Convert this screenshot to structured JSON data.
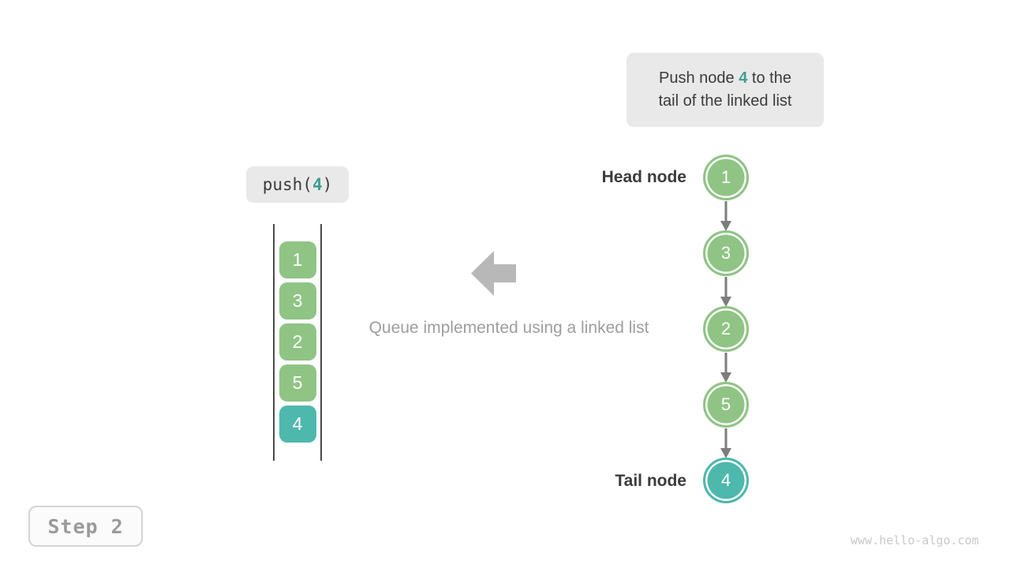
{
  "callout": {
    "line1_prefix": "Push node ",
    "highlight": "4",
    "line1_suffix": " to the",
    "line2": "tail of the linked list"
  },
  "push_chip": {
    "prefix": "push(",
    "arg": "4",
    "suffix": ")"
  },
  "queue": {
    "items": [
      "1",
      "3",
      "2",
      "5",
      "4"
    ],
    "highlighted_item": "4"
  },
  "caption": "Queue implemented using a linked list",
  "linked_list": {
    "nodes": [
      "1",
      "3",
      "2",
      "5",
      "4"
    ],
    "highlighted_node": "4",
    "head_label": "Head node",
    "tail_label": "Tail node"
  },
  "step_badge": "Step 2",
  "watermark": "www.hello-algo.com",
  "colors": {
    "green": "#8fc485",
    "teal": "#4eb8ac",
    "teal_text": "#3f9e92",
    "dark_text": "#3b3b3b",
    "gray_text": "#9e9e9e",
    "light_gray_bg": "#e9e9e9",
    "arrow_gray": "#b8b8b8",
    "connector_gray": "#7d7d7d",
    "line_dark": "#4a4a4a",
    "step_text": "#9a9a9a",
    "step_border": "#d4d4d4",
    "watermark": "#c9c9c9"
  }
}
